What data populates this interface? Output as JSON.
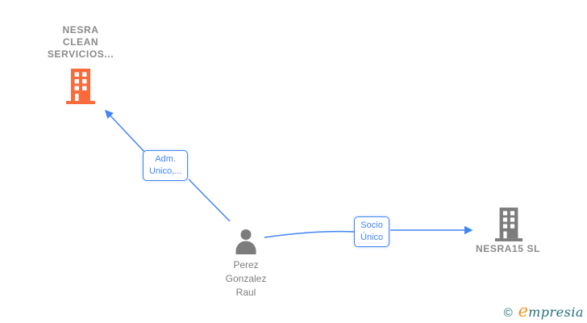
{
  "nodes": {
    "company_main": {
      "name_lines": [
        "NESRA",
        "CLEAN",
        "SERVICIOS..."
      ],
      "icon": "building-icon",
      "icon_color": "#fb6a3b"
    },
    "person": {
      "name_lines": [
        "Perez",
        "Gonzalez",
        "Raul"
      ],
      "icon": "person-icon",
      "icon_color": "#7c7c7c"
    },
    "company_related": {
      "name": "NESRA15 SL",
      "icon": "building-icon",
      "icon_color": "#7c7c7c"
    }
  },
  "edges": [
    {
      "from": "Perez Gonzalez Raul",
      "to": "NESRA CLEAN SERVICIOS...",
      "label_lines": [
        "Adm.",
        "Unico,..."
      ]
    },
    {
      "from": "Perez Gonzalez Raul",
      "to": "NESRA15 SL",
      "label_lines": [
        "Socio",
        "Único"
      ]
    }
  ],
  "colors": {
    "edge_blue": "#4285f4",
    "company_orange": "#fb6a3b",
    "node_gray": "#7c7c7c",
    "label_text_gray": "#8a8a8a",
    "logo_teal": "#23707b",
    "logo_orange": "#f5941f"
  },
  "watermark": {
    "copyright": "©",
    "brand_initial": "e",
    "brand_rest": "mpresia"
  }
}
